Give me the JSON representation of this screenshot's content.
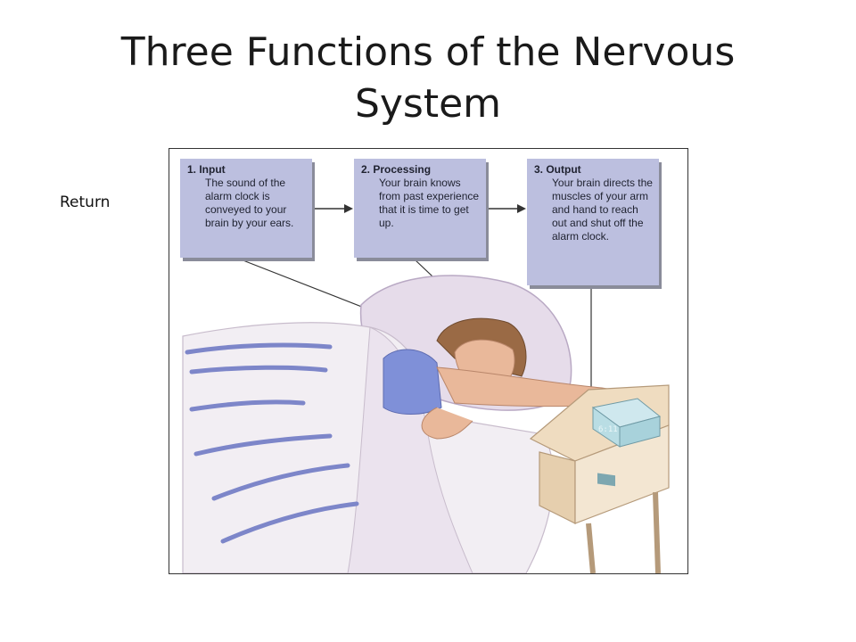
{
  "slide": {
    "title": "Three Functions of the Nervous System",
    "return_label": "Return"
  },
  "figure": {
    "steps": [
      {
        "label": "1. Input",
        "text": "The sound of the alarm clock is conveyed to your brain by your ears."
      },
      {
        "label": "2. Processing",
        "text": "Your brain knows from past experience that it is time to get up."
      },
      {
        "label": "3. Output",
        "text": "Your brain directs the muscles of your arm and hand to reach out and shut off the alarm clock."
      }
    ],
    "clock_display": "6:11"
  },
  "colors": {
    "box_fill": "#bcbfdf",
    "box_shadow": "#8a8c9a",
    "pillow": "#e6dcea",
    "blanket": "#f2eef3",
    "stripe": "#7d86c9",
    "skin": "#e9b89a",
    "hair": "#9a6a45",
    "nightgown": "#7f90d8",
    "table": "#efdcc0",
    "clock": "#b9dde4"
  }
}
